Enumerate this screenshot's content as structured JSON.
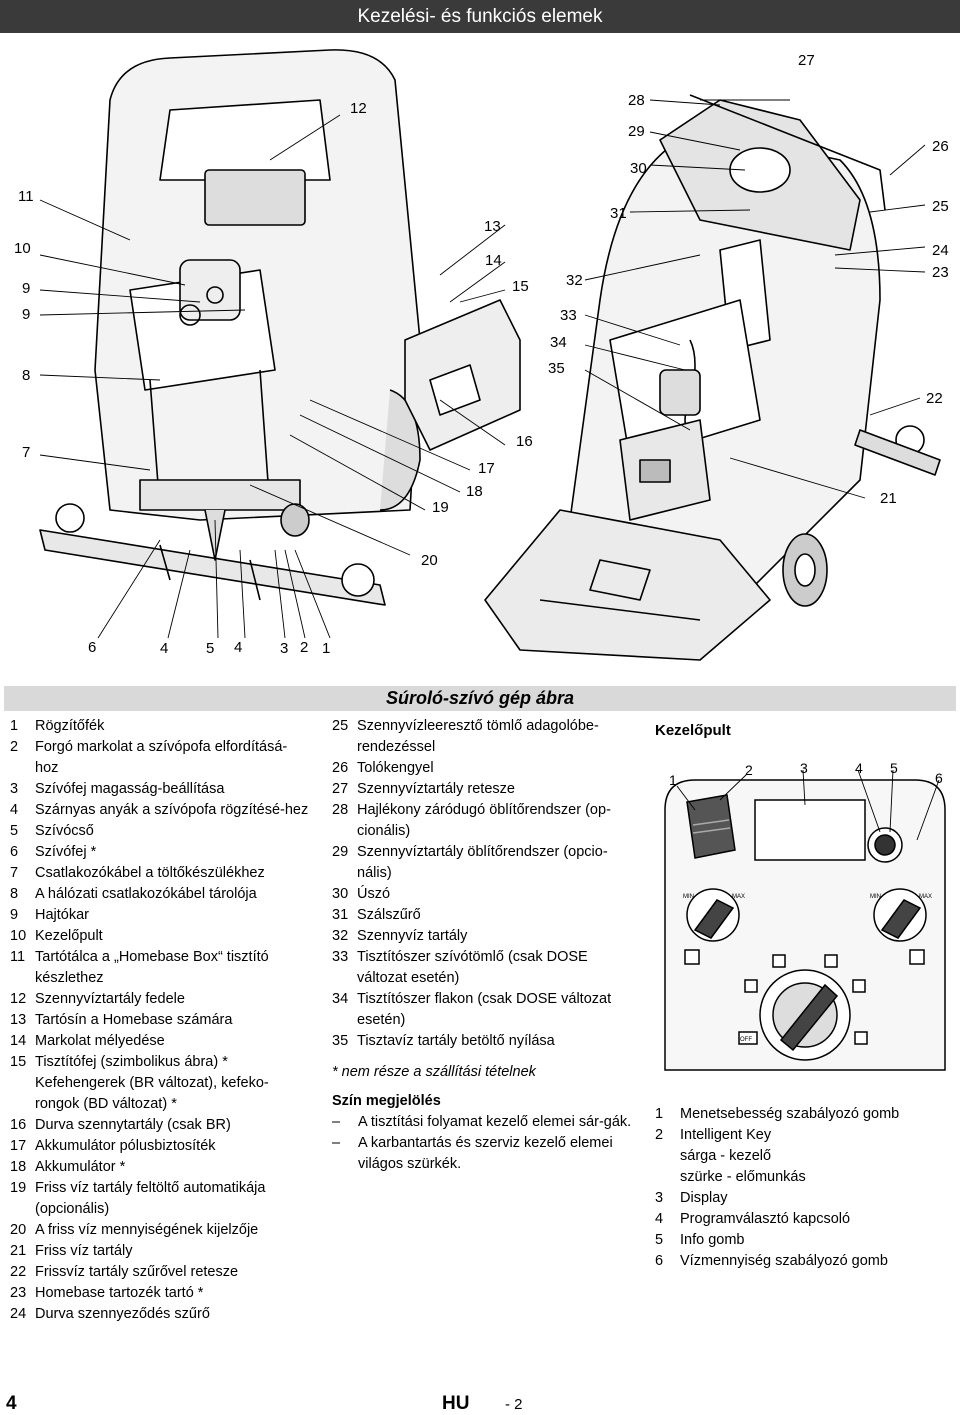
{
  "header": {
    "title": "Kezelési- és funkciós elemek"
  },
  "figure_labels": {
    "l27": "27",
    "l12": "12",
    "l28": "28",
    "l29": "29",
    "l26": "26",
    "l30": "30",
    "l11": "11",
    "l13": "13",
    "l31": "31",
    "l25": "25",
    "l10": "10",
    "l14": "14",
    "l24": "24",
    "l9a": "9",
    "l15": "15",
    "l32": "32",
    "l23": "23",
    "l9b": "9",
    "l33": "33",
    "l34": "34",
    "l8": "8",
    "l35": "35",
    "l22": "22",
    "l16": "16",
    "l7": "7",
    "l17": "17",
    "l18": "18",
    "l19": "19",
    "l21": "21",
    "l20": "20",
    "b6": "6",
    "b4a": "4",
    "b5": "5",
    "b4b": "4",
    "b3": "3",
    "b2": "2",
    "b1": "1"
  },
  "section_title": "Súroló-szívó gép ábra",
  "list_left": [
    {
      "n": "1",
      "t": "Rögzítőfék"
    },
    {
      "n": "2",
      "t": "Forgó markolat a szívópofa elfordításá-hoz"
    },
    {
      "n": "3",
      "t": "Szívófej magasság-beállítása"
    },
    {
      "n": "4",
      "t": "Szárnyas anyák a szívópofa rögzítésé-hez"
    },
    {
      "n": "5",
      "t": "Szívócső"
    },
    {
      "n": "6",
      "t": "Szívófej *"
    },
    {
      "n": "7",
      "t": "Csatlakozókábel a töltőkészülékhez"
    },
    {
      "n": "8",
      "t": "A hálózati csatlakozókábel tárolója"
    },
    {
      "n": "9",
      "t": "Hajtókar"
    },
    {
      "n": "10",
      "t": "Kezelőpult"
    },
    {
      "n": "11",
      "t": "Tartótálca a „Homebase Box“ tisztító készlethez"
    },
    {
      "n": "12",
      "t": "Szennyvíztartály fedele"
    },
    {
      "n": "13",
      "t": "Tartósín a Homebase számára"
    },
    {
      "n": "14",
      "t": "Markolat mélyedése"
    },
    {
      "n": "15",
      "t": "Tisztítófej (szimbolikus ábra) * Kefehengerek (BR változat), kefeko-rongok (BD változat) *"
    },
    {
      "n": "16",
      "t": "Durva szennytartály (csak BR)"
    },
    {
      "n": "17",
      "t": "Akkumulátor pólusbiztosíték"
    },
    {
      "n": "18",
      "t": "Akkumulátor *"
    },
    {
      "n": "19",
      "t": "Friss víz tartály feltöltő automatikája (opcionális)"
    },
    {
      "n": "20",
      "t": "A friss víz mennyiségének kijelzője"
    },
    {
      "n": "21",
      "t": "Friss víz tartály"
    },
    {
      "n": "22",
      "t": "Frissvíz tartály szűrővel retesze"
    },
    {
      "n": "23",
      "t": "Homebase tartozék tartó *"
    },
    {
      "n": "24",
      "t": "Durva szennyeződés szűrő"
    }
  ],
  "list_mid": [
    {
      "n": "25",
      "t": "Szennyvízleeresztő tömlő adagolóbe-rendezéssel"
    },
    {
      "n": "26",
      "t": "Tolókengyel"
    },
    {
      "n": "27",
      "t": "Szennyvíztartály retesze"
    },
    {
      "n": "28",
      "t": "Hajlékony záródugó öblítőrendszer (op-cionális)"
    },
    {
      "n": "29",
      "t": "Szennyvíztartály öblítőrendszer (opcio-nális)"
    },
    {
      "n": "30",
      "t": "Úszó"
    },
    {
      "n": "31",
      "t": "Szálszűrő"
    },
    {
      "n": "32",
      "t": "Szennyvíz tartály"
    },
    {
      "n": "33",
      "t": "Tisztítószer szívótömlő (csak DOSE változat esetén)"
    },
    {
      "n": "34",
      "t": "Tisztítószer flakon (csak DOSE változat esetén)"
    },
    {
      "n": "35",
      "t": "Tisztavíz tartály betöltő nyílása"
    }
  ],
  "note": "* nem része a szállítási tételnek",
  "color_heading": "Szín megjelölés",
  "color_items": [
    "A tisztítási folyamat kezelő elemei sár-gák.",
    "A karbantartás és szerviz kezelő elemei világos szürkék."
  ],
  "panel": {
    "title": "Kezelőpult",
    "labels": {
      "p1": "1",
      "p2": "2",
      "p3": "3",
      "p4": "4",
      "p5": "5",
      "p6": "6"
    },
    "min": "MIN",
    "max": "MAX",
    "off": "OFF"
  },
  "list_right": [
    {
      "n": "1",
      "t": "Menetsebesség szabályozó gomb"
    },
    {
      "n": "2",
      "t": "Intelligent Key sárga - kezelő szürke - előmunkás"
    },
    {
      "n": "3",
      "t": "Display"
    },
    {
      "n": "4",
      "t": "Programválasztó kapcsoló"
    },
    {
      "n": "5",
      "t": "Info gomb"
    },
    {
      "n": "6",
      "t": "Vízmennyiség szabályozó gomb"
    }
  ],
  "footer": {
    "page": "4",
    "lang": "HU",
    "suffix": "- 2"
  }
}
